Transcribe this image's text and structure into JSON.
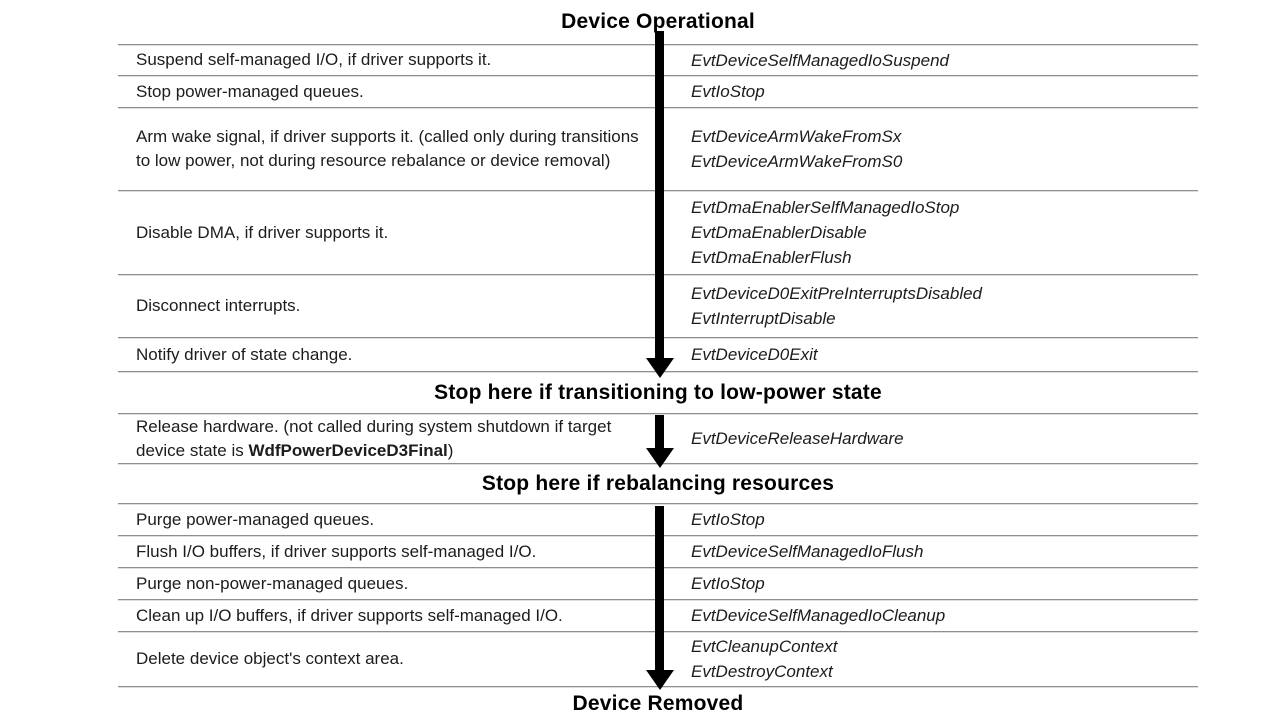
{
  "colors": {
    "arrow": "#000000",
    "divider_line": "#8e8e8e",
    "text": "#1c1c1c",
    "background": "#ffffff"
  },
  "titles": {
    "top": "Device Operational",
    "stop_low_power": "Stop here if transitioning to low-power state",
    "stop_rebalance": "Stop here if rebalancing resources",
    "bottom": "Device Removed"
  },
  "rows": [
    {
      "action": "Suspend self-managed I/O, if driver supports it.",
      "callbacks": [
        "EvtDeviceSelfManagedIoSuspend"
      ]
    },
    {
      "action": "Stop power-managed queues.",
      "callbacks": [
        "EvtIoStop"
      ]
    },
    {
      "action": "Arm wake signal, if driver supports it. (called only during transitions to low power, not during resource rebalance or device removal)",
      "callbacks": [
        "EvtDeviceArmWakeFromSx",
        "EvtDeviceArmWakeFromS0"
      ]
    },
    {
      "action": "Disable DMA, if driver supports it.",
      "callbacks": [
        "EvtDmaEnablerSelfManagedIoStop",
        "EvtDmaEnablerDisable",
        "EvtDmaEnablerFlush"
      ]
    },
    {
      "action": "Disconnect interrupts.",
      "callbacks": [
        "EvtDeviceD0ExitPreInterruptsDisabled",
        "EvtInterruptDisable"
      ]
    },
    {
      "action": "Notify driver of state change.",
      "callbacks": [
        "EvtDeviceD0Exit"
      ]
    },
    {
      "action_pre": "Release hardware. (not called during system shutdown if target device state is ",
      "action_bold": "WdfPowerDeviceD3Final",
      "action_post": ")",
      "callbacks": [
        "EvtDeviceReleaseHardware"
      ]
    },
    {
      "action": "Purge power-managed queues.",
      "callbacks": [
        "EvtIoStop"
      ]
    },
    {
      "action": "Flush I/O buffers, if driver supports self-managed I/O.",
      "callbacks": [
        "EvtDeviceSelfManagedIoFlush"
      ]
    },
    {
      "action": "Purge non-power-managed queues.",
      "callbacks": [
        "EvtIoStop"
      ]
    },
    {
      "action": "Clean up I/O buffers, if driver supports self-managed I/O.",
      "callbacks": [
        "EvtDeviceSelfManagedIoCleanup"
      ]
    },
    {
      "action": "Delete device object's context area.",
      "callbacks": [
        "EvtCleanupContext",
        "EvtDestroyContext"
      ]
    }
  ]
}
